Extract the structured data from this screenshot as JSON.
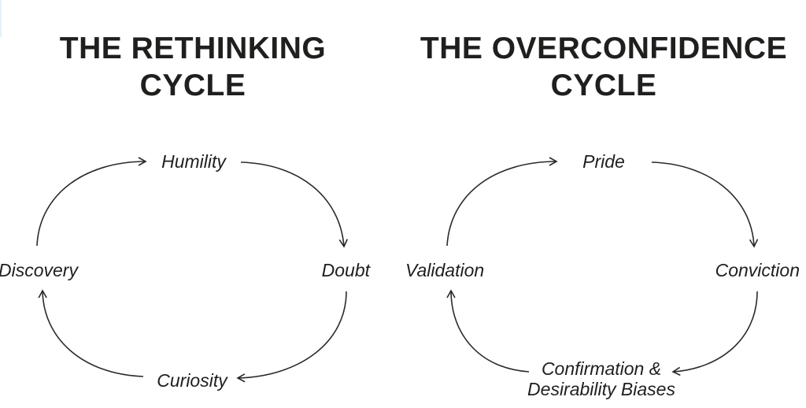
{
  "left_cycle": {
    "title_line1": "THE RETHINKING",
    "title_line2": "CYCLE",
    "nodes": {
      "top": "Humility",
      "right": "Doubt",
      "bottom": "Curiosity",
      "left": "Discovery"
    }
  },
  "right_cycle": {
    "title_line1": "THE OVERCONFIDENCE",
    "title_line2": "CYCLE",
    "nodes": {
      "top": "Pride",
      "right": "Conviction",
      "bottom_line1": "Confirmation &",
      "bottom_line2": "Desirability Biases",
      "left": "Validation"
    }
  }
}
